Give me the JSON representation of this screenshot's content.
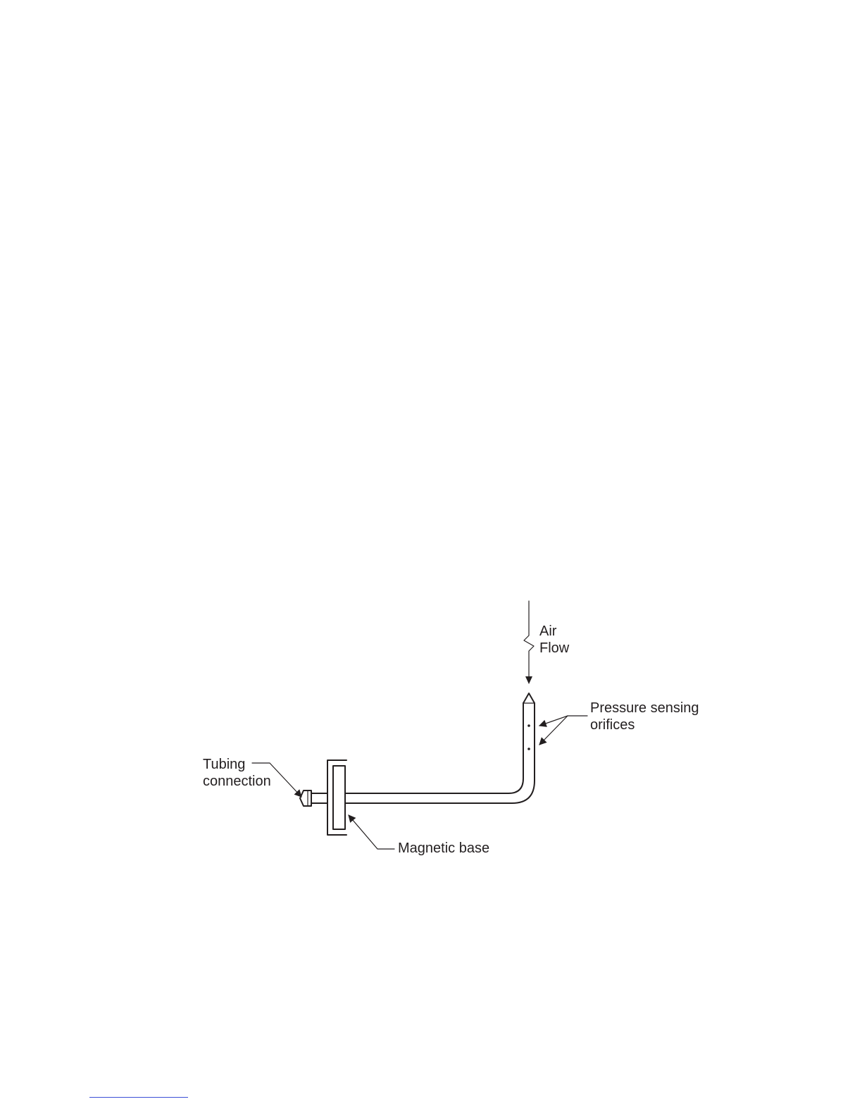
{
  "labels": {
    "air_line1": "Air",
    "air_line2": "Flow",
    "pressure_line1": "Pressure sensing",
    "pressure_line2": "orifices",
    "tubing_line1": "Tubing",
    "tubing_line2": "connection",
    "magnetic": "Magnetic base"
  },
  "colors": {
    "ink": "#231f20",
    "footnote_rule": "#3b4fd6"
  }
}
